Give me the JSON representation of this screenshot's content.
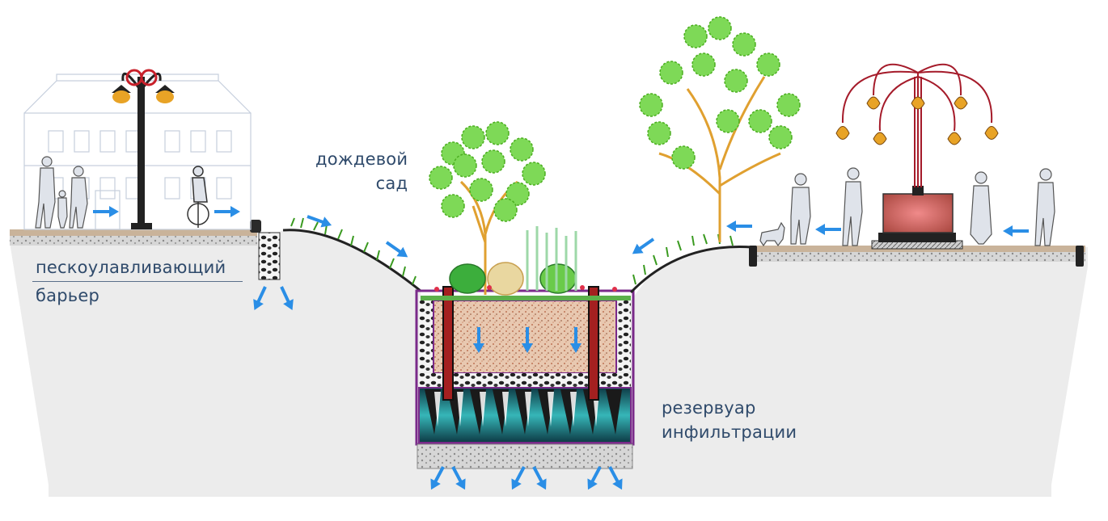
{
  "labels": {
    "sand_barrier_line1": "пескоулавливающий",
    "sand_barrier_line2": "барьер",
    "rain_garden_line1": "дождевой",
    "rain_garden_line2": "сад",
    "reservoir_line1": "резервуар",
    "reservoir_line2": "инфильтрации"
  },
  "colors": {
    "ground": "#ececec",
    "pavement": "#c9b39a",
    "arrow": "#2a8ee6",
    "soil_fill": "#e8c8b0",
    "water": "#36b6b8",
    "foliage": "#7ed957",
    "trunk": "#e0a030",
    "lamp_shade": "#e8a326",
    "lamp_arm": "#c8202a",
    "membrane": "#7a2a8a",
    "text": "#2f4a6b"
  },
  "icons": [
    "street-lamp-icon",
    "building-icon",
    "pedestrian-icon",
    "cyclist-icon",
    "tree-icon",
    "chandelier-lamp-icon",
    "dog-icon",
    "flow-arrow-icon"
  ]
}
